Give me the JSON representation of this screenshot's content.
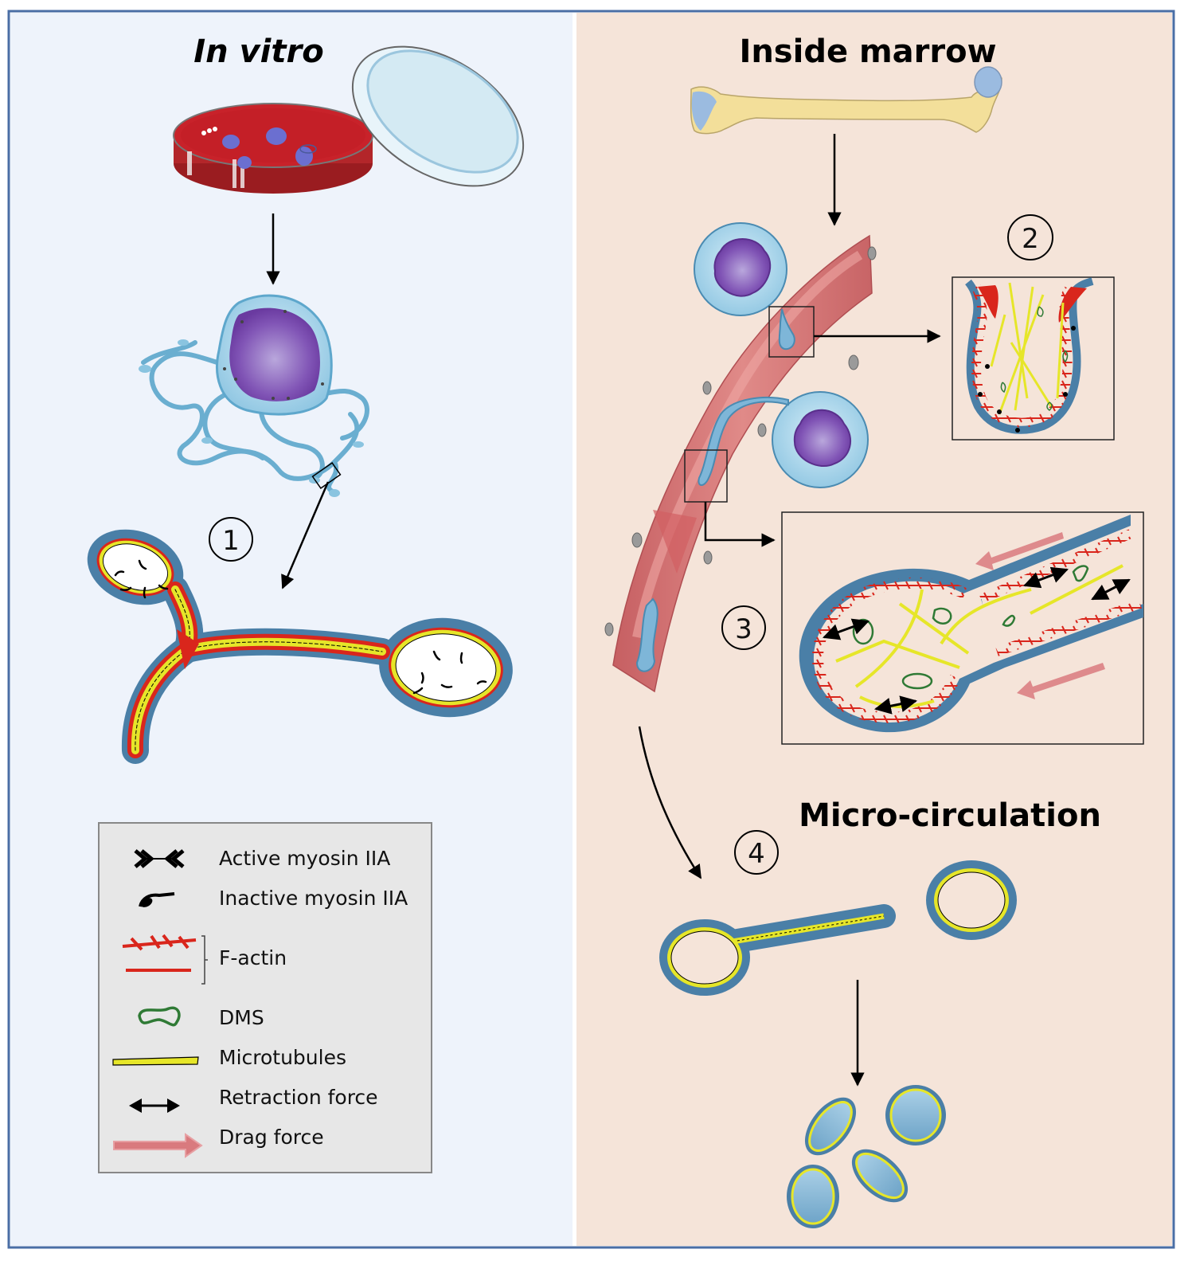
{
  "panels": {
    "left": {
      "title": "In vitro",
      "background": "#eef3fb"
    },
    "right": {
      "title": "Inside marrow",
      "background": "#f5e4d9"
    },
    "micro_title": "Micro-circulation",
    "border_color": "#4a6ea5"
  },
  "steps": [
    {
      "label": "1",
      "description": "Proplatelet formation in vitro"
    },
    {
      "label": "2",
      "description": "Proplatelet entering sinusoid"
    },
    {
      "label": "3",
      "description": "Proplatelet elongation under blood flow"
    },
    {
      "label": "4",
      "description": "Preplatelet in micro-circulation"
    }
  ],
  "illustration_elements": [
    "petri-dish",
    "megakaryocyte-with-proplatelets",
    "proplatelet-shaft-with-buds",
    "femur-bone",
    "sinusoid-blood-vessel",
    "megakaryocytes-at-vessel",
    "zoom-inset-2",
    "zoom-inset-3",
    "barbell-preplatelet",
    "platelets"
  ],
  "legend": {
    "items": [
      {
        "label": "Active myosin IIA",
        "icon": "active-myosin-icon"
      },
      {
        "label": "Inactive myosin IIA",
        "icon": "inactive-myosin-icon"
      },
      {
        "label": "F-actin",
        "icon": "f-actin-icon"
      },
      {
        "label": "DMS",
        "icon": "dms-icon"
      },
      {
        "label": "Microtubules",
        "icon": "microtubule-icon"
      },
      {
        "label": "Retraction force",
        "icon": "retraction-force-icon"
      },
      {
        "label": "Drag force",
        "icon": "drag-force-icon"
      }
    ]
  },
  "colors": {
    "membrane": "#4a7fa7",
    "microtubule": "#e6e629",
    "f_actin": "#d9261c",
    "dms": "#2f7a35",
    "vessel": "#d87a7a",
    "cytoplasm": "#9fd3ea",
    "nucleus": "#7a4aae",
    "bone": "#f3df9a",
    "cartilage": "#9bbbe0"
  }
}
